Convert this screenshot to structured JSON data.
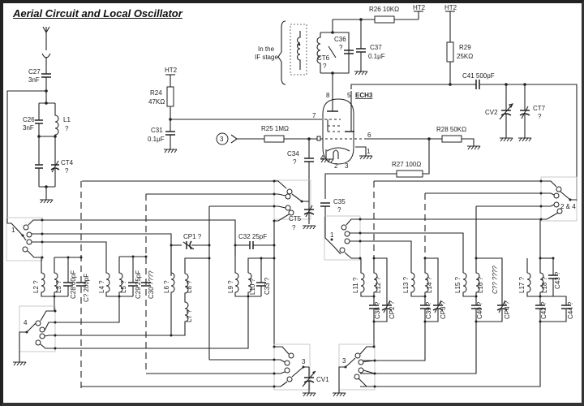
{
  "title": "Aerial Circuit and Local Oscillator",
  "supply_labels": {
    "ht2_a": "HT2",
    "ht2_b": "HT2",
    "ht2_c": "HT2"
  },
  "if_stage": {
    "line1": "In the",
    "line2": "IF stage"
  },
  "tube": {
    "name": "ECH3",
    "pins": [
      "1",
      "2",
      "3",
      "4",
      "5",
      "6",
      "7",
      "8"
    ]
  },
  "input_marker": "3",
  "components": {
    "C27": {
      "ref": "C27",
      "value": "3nF"
    },
    "C26": {
      "ref": "C26",
      "value": "3nF"
    },
    "L1": {
      "ref": "L1",
      "value": "?"
    },
    "CT4": {
      "ref": "CT4",
      "value": "?"
    },
    "R24": {
      "ref": "R24",
      "value": "47KΩ"
    },
    "C31": {
      "ref": "C31",
      "value": "0.1μF"
    },
    "R25": {
      "label": "R25 1MΩ"
    },
    "C34": {
      "ref": "C34",
      "value": "?"
    },
    "C36": {
      "ref": "C36",
      "value": "?"
    },
    "CT6": {
      "ref": "CT6",
      "value": "?"
    },
    "C37": {
      "ref": "C37",
      "value": "0.1μF"
    },
    "R26": {
      "label": "R26 10KΩ"
    },
    "R29": {
      "ref": "R29",
      "value": "25KΩ"
    },
    "C41": {
      "label": "C41 500pF"
    },
    "CV2": {
      "ref": "CV2"
    },
    "CT7": {
      "ref": "CT7",
      "value": "?"
    },
    "R28": {
      "label": "R28 50KΩ"
    },
    "R27": {
      "label": "R27 100Ω"
    },
    "C35": {
      "ref": "C35",
      "value": "?"
    },
    "CT5": {
      "ref": "CT5",
      "value": "?"
    },
    "CP1": {
      "label": "CP1 ?"
    },
    "C32": {
      "label": "C32 25pF"
    },
    "CV1": {
      "ref": "CV1"
    }
  },
  "coil_labels_left": [
    "L2 ?",
    "L3 ?",
    "C28 60pF",
    "C? 200pF",
    "L4 ?",
    "L5 ?",
    "C29 25pF",
    "C30 ????",
    "L6 ?",
    "L8 ?",
    "L7 ?",
    "L9 ?",
    "L10 ?",
    "C33 ?"
  ],
  "coil_labels_right": [
    "L11 ?",
    "L12 ?",
    "C38 ?",
    "CP2 ?",
    "L13 ?",
    "L14 ?",
    "C39 ?",
    "CP3 ?",
    "L15 ?",
    "L16 ?",
    "C?? ????",
    "C40 ?",
    "CP4 ?",
    "L17 ?",
    "L18 ?",
    "C43 ?",
    "C42 ?",
    "C44 ?"
  ],
  "switches": {
    "sw1_left": "1",
    "sw4": "4",
    "sw3_mid": "3",
    "sw1_right": "1",
    "sw3_right": "3",
    "sw24": "2 & 4"
  }
}
